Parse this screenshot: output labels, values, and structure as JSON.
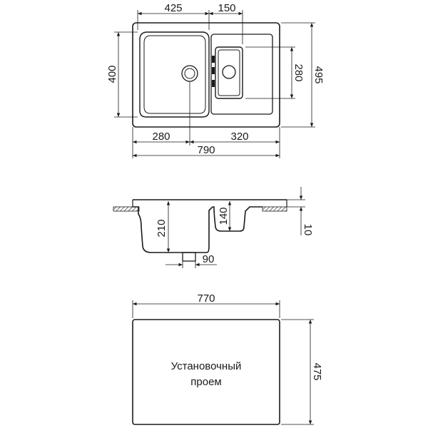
{
  "top_view": {
    "dims": {
      "bowl_width": "425",
      "drainer_width": "150",
      "bowl_height": "400",
      "drainer_height": "280",
      "total_height": "495",
      "drain_offset": "280",
      "drainer_offset": "320",
      "total_width": "790"
    }
  },
  "section_view": {
    "dims": {
      "bowl_depth": "210",
      "drainer_depth": "140",
      "rim_thickness": "10",
      "drain_diameter": "90"
    }
  },
  "cutout_view": {
    "dims": {
      "width": "770",
      "height": "475"
    },
    "label_line1": "Установочный",
    "label_line2": "проем"
  }
}
